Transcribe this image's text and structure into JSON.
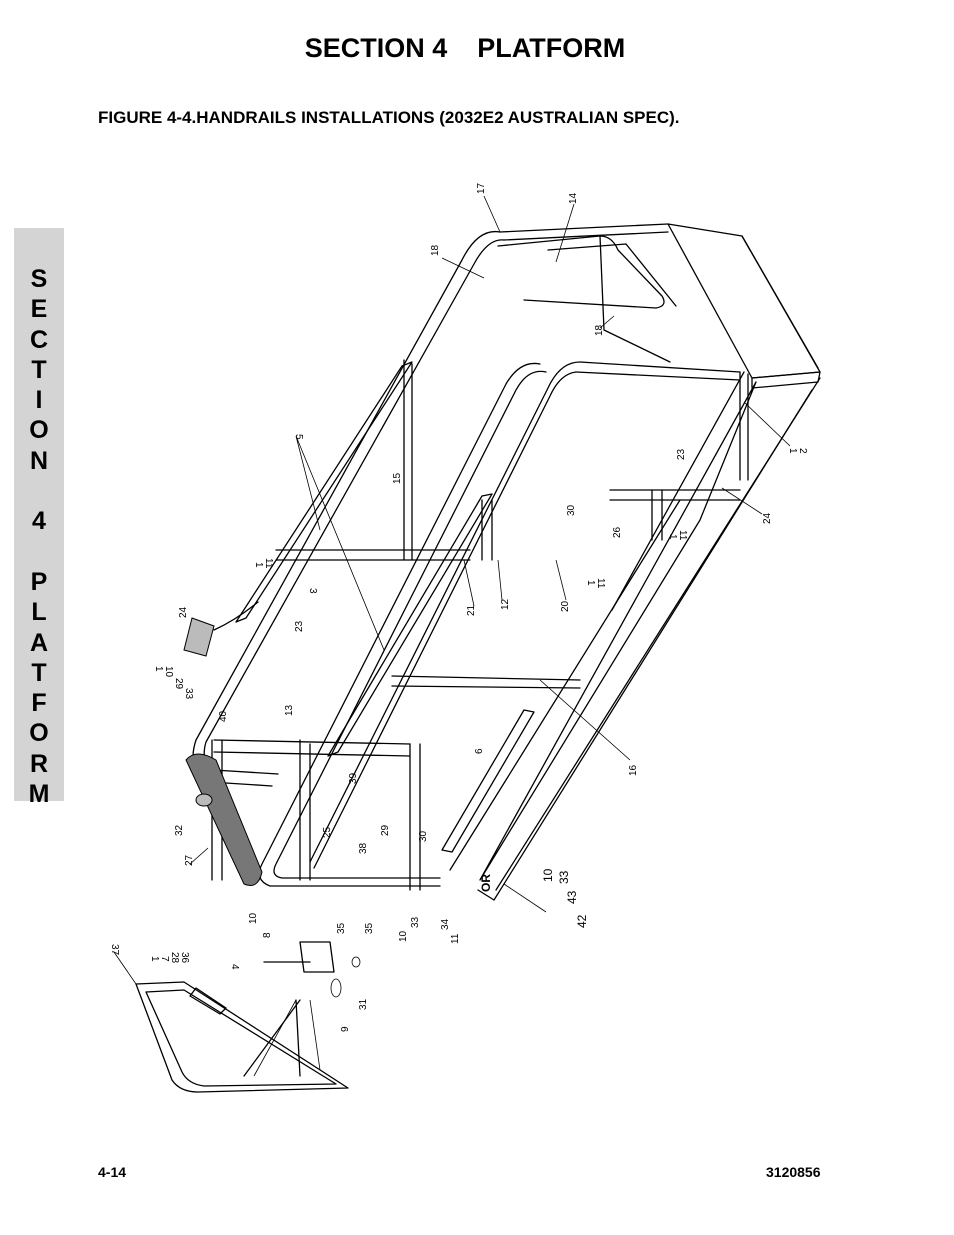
{
  "header": {
    "section_title": "SECTION 4    PLATFORM",
    "figure_title": "FIGURE 4-4.HANDRAILS INSTALLATIONS (2032E2 AUSTRALIAN SPEC)."
  },
  "side_tab": {
    "letters": [
      "S",
      "E",
      "C",
      "T",
      "I",
      "O",
      "N",
      "",
      "4",
      "",
      "P",
      "L",
      "A",
      "T",
      "F",
      "O",
      "R",
      "M"
    ]
  },
  "callouts": {
    "c17": "17",
    "c14": "14",
    "c18a": "18",
    "c18b": "18",
    "c5": "5",
    "c15": "15",
    "c1a": "1",
    "c2": "2",
    "c23a": "23",
    "c24a": "24",
    "c30a": "30",
    "c26": "26",
    "c1b": "1",
    "c11b": "11",
    "c1c": "1",
    "c11c": "11",
    "c20": "20",
    "c21": "21",
    "c12": "12",
    "c1d": "1",
    "c11d": "11",
    "c3": "3",
    "c23b": "23",
    "c24b": "24",
    "c1e": "1",
    "c10e": "10",
    "c29e": "29",
    "c33e": "33",
    "c40": "40",
    "c13": "13",
    "c16": "16",
    "c6": "6",
    "c39": "39",
    "c32": "32",
    "c27": "27",
    "c25": "25",
    "c38": "38",
    "c29": "29",
    "c30b": "30",
    "or": "OR",
    "c10f": "10",
    "c33f": "33",
    "c43": "43",
    "c42": "42",
    "c10g": "10",
    "c8": "8",
    "c35a": "35",
    "c35b": "35",
    "c10h": "10",
    "c33h": "33",
    "c34": "34",
    "c11h": "11",
    "c37": "37",
    "c1i": "1",
    "c7": "7",
    "c28": "28",
    "c36": "36",
    "c4": "4",
    "c31": "31",
    "c9": "9"
  },
  "footer": {
    "page_number": "4-14",
    "doc_number": "3120856"
  }
}
